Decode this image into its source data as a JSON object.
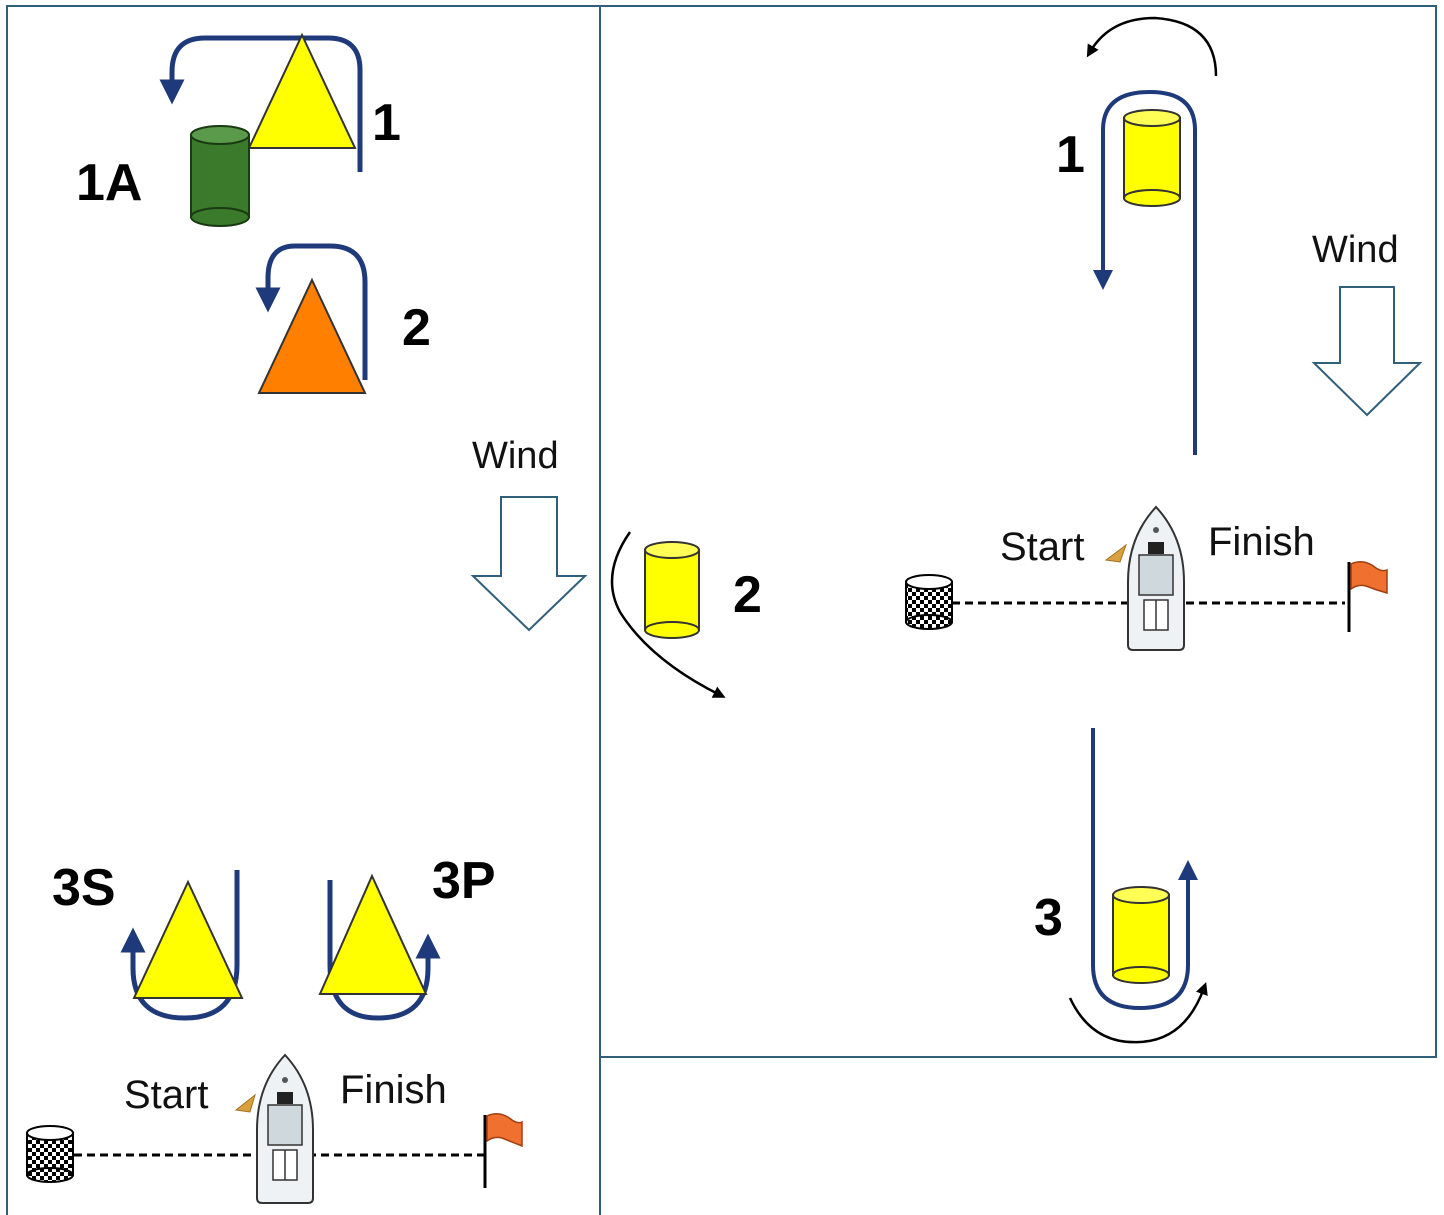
{
  "left_panel": {
    "marks": {
      "m1": "1",
      "m1a": "1A",
      "m2": "2",
      "m3s": "3S",
      "m3p": "3P"
    },
    "wind_label": "Wind",
    "start_label": "Start",
    "finish_label": "Finish"
  },
  "right_panel": {
    "marks": {
      "m1": "1",
      "m2": "2",
      "m3": "3"
    },
    "wind_label": "Wind",
    "start_label": "Start",
    "finish_label": "Finish"
  },
  "colors": {
    "panel_border": "#2f5f7a",
    "course_line": "#1f3a7a",
    "yellow_mark": "#ffff00",
    "orange_mark": "#ff8000",
    "green_mark": "#3a7a2a",
    "flag": "#f07030",
    "rounding_arrow": "#000000"
  },
  "icons": {
    "start_pin": "checkered-buoy-icon",
    "finish_pin": "orange-flag-icon",
    "committee_boat": "boat-icon",
    "wind_direction": "down-arrow-icon"
  }
}
